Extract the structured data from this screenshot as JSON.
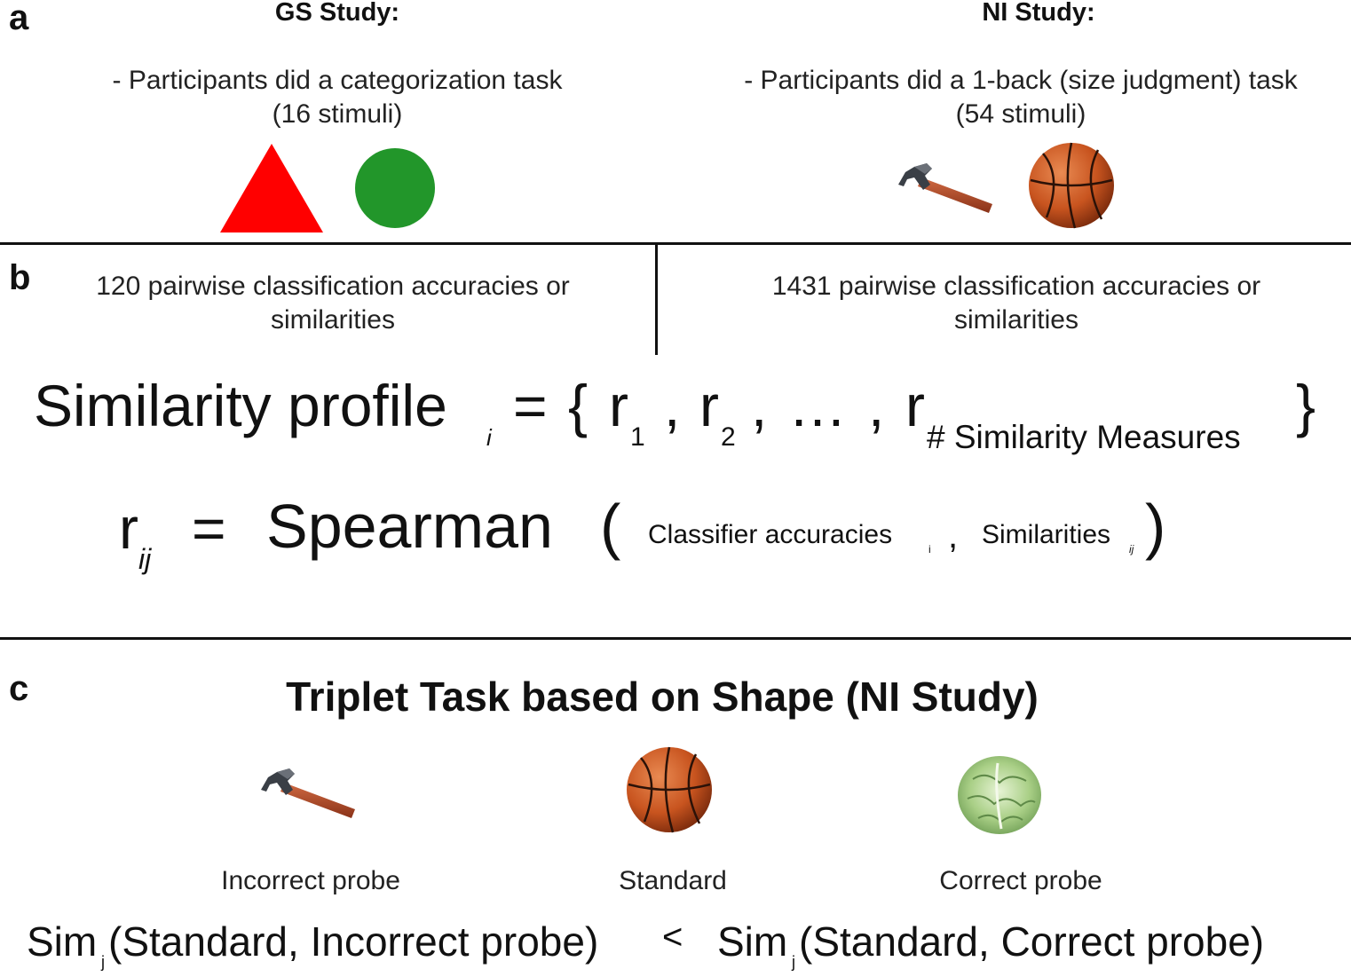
{
  "panels": {
    "a": "a",
    "b": "b",
    "c": "c"
  },
  "panel_a": {
    "left": {
      "title": "GS Study:",
      "line1": "- Participants did a categorization task",
      "line2": "(16 stimuli)"
    },
    "right": {
      "title": "NI Study:",
      "line1": "- Participants did a 1-back (size judgment) task",
      "line2": "(54 stimuli)"
    },
    "colors": {
      "triangle": "#ff0000",
      "circle": "#22962a",
      "basketball": "#c8541f",
      "hammer_handle": "#b24a2a"
    }
  },
  "panel_b": {
    "left_line1": "120 pairwise classification accuracies or",
    "left_line2": "similarities",
    "right_line1": "1431 pairwise classification accuracies or",
    "right_line2": "similarities",
    "eq1": {
      "lhs": "Similarity profile",
      "lhs_sub": "i",
      "equals": "=",
      "open": "{",
      "r": "r",
      "sub1": "1",
      "sub2": "2",
      "comma": ",",
      "dots": "…",
      "sub_last": "# Similarity Measures",
      "close": "}"
    },
    "eq2": {
      "r": "r",
      "r_sub": "ij",
      "equals": "=",
      "func": "Spearman",
      "open": "(",
      "arg1": "Classifier accuracies",
      "arg1_sub": "i",
      "comma": ",",
      "arg2": "Similarities",
      "arg2_sub": "ij",
      "close": ")"
    }
  },
  "panel_c": {
    "title": "Triplet Task based on Shape (NI Study)",
    "label_left": "Incorrect probe",
    "label_mid": "Standard",
    "label_right": "Correct probe",
    "inequality": {
      "sim": "Sim",
      "sub": "j",
      "lhs_args": "(Standard, Incorrect probe)",
      "op": "<",
      "rhs_args": "(Standard, Correct probe)"
    }
  }
}
